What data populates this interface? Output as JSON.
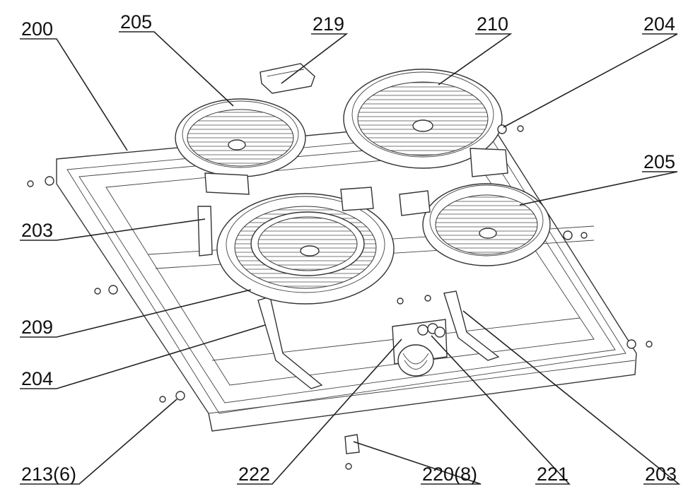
{
  "labels": {
    "l200": "200",
    "l205a": "205",
    "l219": "219",
    "l210": "210",
    "l204a": "204",
    "l205b": "205",
    "l203a": "203",
    "l209": "209",
    "l204b": "204",
    "l213": "213(6)",
    "l222": "222",
    "l220": "220(8)",
    "l221": "221",
    "l203b": "203"
  }
}
